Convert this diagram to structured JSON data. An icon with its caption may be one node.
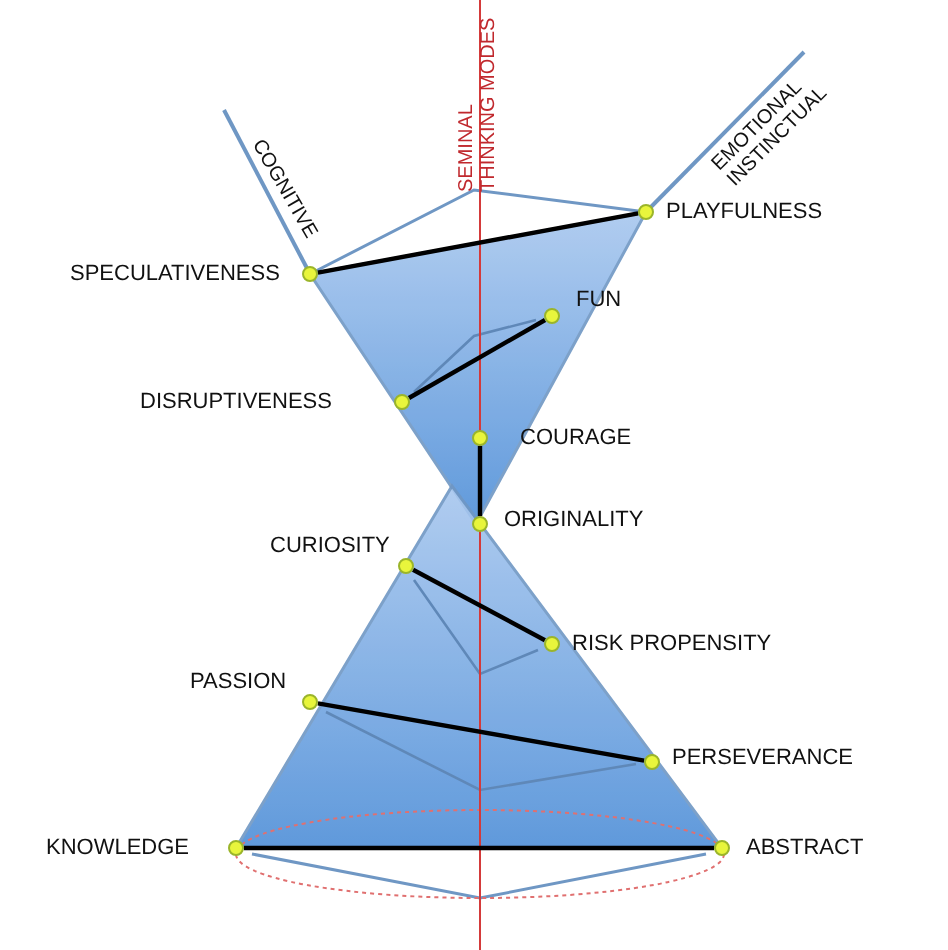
{
  "diagram": {
    "nodes": [
      {
        "text": [],
        "shape": "circle",
        "beside": [
          "PLAYFULNESS"
        ]
      },
      {
        "text": [],
        "shape": "circle",
        "beside": [
          "SPECULATIVENESS"
        ]
      },
      {
        "text": [],
        "shape": "circle",
        "beside": [
          "FUN"
        ]
      },
      {
        "text": [],
        "shape": "circle",
        "beside": [
          "DISRUPTIVENESS"
        ]
      },
      {
        "text": [],
        "shape": "circle",
        "beside": [
          "COURAGE"
        ]
      },
      {
        "text": [],
        "shape": "circle",
        "beside": [
          "ORIGINALITY"
        ]
      },
      {
        "text": [],
        "shape": "circle",
        "beside": [
          "CURIOSITY"
        ]
      },
      {
        "text": [],
        "shape": "circle",
        "beside": [
          "RISK PROPENSITY"
        ]
      },
      {
        "text": [],
        "shape": "circle",
        "beside": [
          "PASSION"
        ]
      },
      {
        "text": [],
        "shape": "circle",
        "beside": [
          "PERSEVERANCE"
        ]
      },
      {
        "text": [],
        "shape": "circle",
        "beside": [
          "KNOWLEDGE"
        ]
      },
      {
        "text": [],
        "shape": "circle",
        "beside": [
          "ABSTRACT"
        ]
      }
    ],
    "edges": [
      {
        "from": 1,
        "to": 0,
        "arrow": "none"
      },
      {
        "from": 3,
        "to": 2,
        "arrow": "none"
      },
      {
        "from": 4,
        "to": 5,
        "arrow": "none"
      },
      {
        "from": 6,
        "to": 7,
        "arrow": "none"
      },
      {
        "from": 8,
        "to": 9,
        "arrow": "none"
      },
      {
        "from": 10,
        "to": 11,
        "arrow": "none"
      }
    ],
    "labels": [
      "COGNITIVE",
      "SEMINAL THINKING MODES",
      "EMOTIONAL INSTINCTUAL"
    ]
  }
}
